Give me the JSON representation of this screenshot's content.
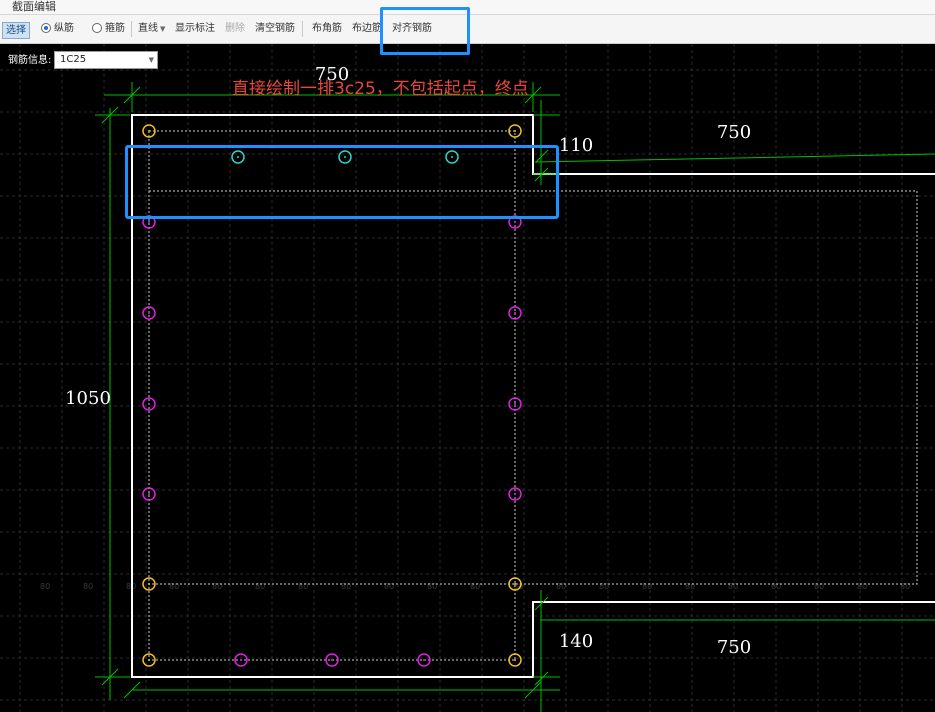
{
  "window": {
    "title": "截面编辑"
  },
  "toolbar": {
    "select_label": "选择",
    "longitudinal_label": "纵筋",
    "stirrup_label": "箍筋",
    "line_label": "直线",
    "show_label_label": "显示标注",
    "delete_label": "删除",
    "clear_label": "清空钢筋",
    "corner_label": "布角筋",
    "edge_label": "布边筋",
    "align_label": "对齐钢筋",
    "mode_selected": "纵筋"
  },
  "rebar_info": {
    "label": "钢筋信息:",
    "value": "1C25"
  },
  "annotation": {
    "note": "直接绘制一排3c25，不包括起点，终点"
  },
  "dimensions": {
    "top_width": "750",
    "left_height": "1050",
    "flange_top_length": "750",
    "flange_top_thickness": "110",
    "flange_bottom_length": "750",
    "flange_bottom_thickness": "140"
  },
  "grid_labels": [
    "80",
    "80",
    "80",
    "80",
    "80",
    "80",
    "80",
    "80",
    "80",
    "80",
    "80",
    "80",
    "80",
    "80",
    "80",
    "80",
    "80",
    "80",
    "80",
    "80",
    "80",
    "80"
  ],
  "colors": {
    "canvas_bg": "#000000",
    "outline": "#ffffff",
    "dimension_line": "#00c000",
    "corner_rebar": "#f0c020",
    "top_new_rebar": "#2fd4c8",
    "side_rebar": "#e020e0",
    "highlight": "#1e90ff",
    "annotation_text": "#e8483a"
  }
}
